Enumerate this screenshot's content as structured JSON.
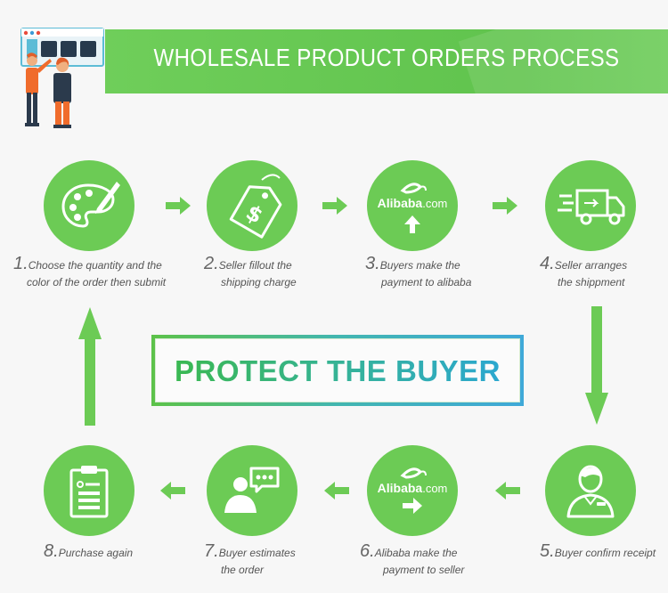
{
  "header": {
    "title": "WHOLESALE PRODUCT ORDERS PROCESS"
  },
  "center": {
    "slogan": "PROTECT THE BUYER"
  },
  "logo": {
    "brand": "Alibaba",
    "suffix": ".com"
  },
  "steps": [
    {
      "num": "1.",
      "line1": "Choose the quantity and the",
      "line2": "color of the order then submit",
      "icon": "palette-icon"
    },
    {
      "num": "2.",
      "line1": "Seller fillout the",
      "line2": "shipping charge",
      "icon": "price-tag-icon"
    },
    {
      "num": "3.",
      "line1": "Buyers make the",
      "line2": "payment to alibaba",
      "icon": "alibaba-upload-icon"
    },
    {
      "num": "4.",
      "line1": "Seller arranges",
      "line2": "the shippment",
      "icon": "delivery-truck-icon"
    },
    {
      "num": "5.",
      "line1": "Buyer confirm receipt",
      "line2": "",
      "icon": "user-receipt-icon"
    },
    {
      "num": "6.",
      "line1": "Alibaba make the",
      "line2": "payment to seller",
      "icon": "alibaba-transfer-icon"
    },
    {
      "num": "7.",
      "line1": "Buyer estimates",
      "line2": "the order",
      "icon": "user-chat-icon"
    },
    {
      "num": "8.",
      "line1": "Purchase again",
      "line2": "",
      "icon": "clipboard-icon"
    }
  ],
  "colors": {
    "circle": "#6ccb55",
    "arrow": "#6ccb55",
    "banner": "#63c650",
    "slogan_start": "#3bb94a",
    "slogan_end": "#2aa6d6"
  }
}
